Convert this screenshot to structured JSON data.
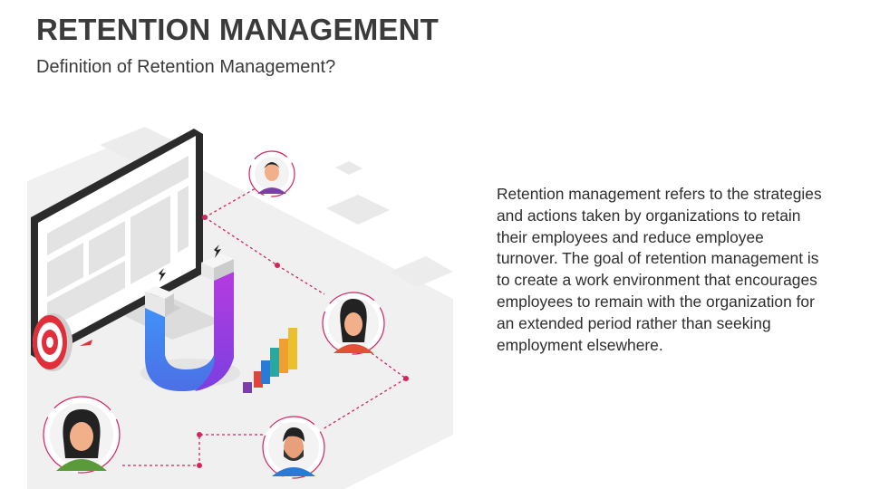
{
  "slide": {
    "title": "RETENTION MANAGEMENT",
    "subtitle": "Definition of Retention Management?",
    "body": "Retention management refers to the strategies and actions taken by organizations to retain their employees and reduce employee turnover. The goal of retention management is to create a work environment that encourages employees to remain with the organization for an extended period rather than seeking employment elsewhere."
  },
  "colors": {
    "title": "#3b3b3b",
    "accent": "#d6245a",
    "magnet_blue": "#3f7fe8",
    "magnet_purple": "#a033d8",
    "monitor": "#2b2b2b"
  },
  "icons": [
    "monitor-icon",
    "magnet-icon",
    "target-icon",
    "bar-chart-icon",
    "person-avatar-icon"
  ]
}
